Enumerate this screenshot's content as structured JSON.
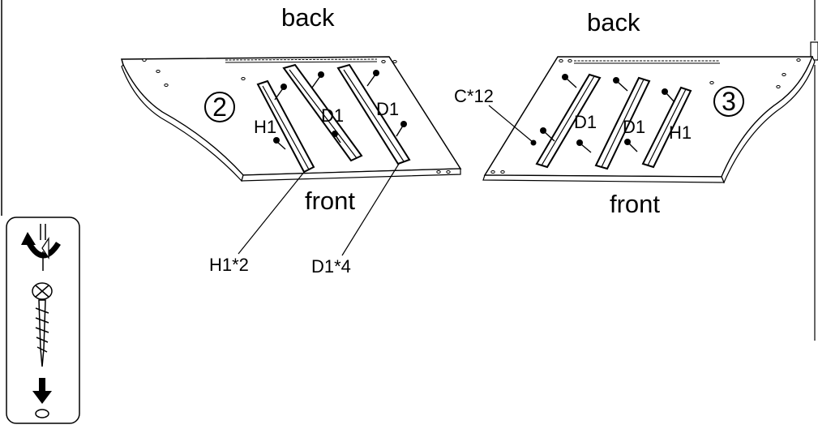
{
  "panels": [
    {
      "step": "2",
      "back_label": "back",
      "front_label": "front",
      "part_labels": [
        "H1",
        "D1",
        "D1"
      ],
      "callouts": [
        "H1*2",
        "D1*4"
      ]
    },
    {
      "step": "3",
      "back_label": "back",
      "front_label": "front",
      "part_labels": [
        "D1",
        "D1",
        "H1"
      ],
      "callouts": [
        "C*12"
      ]
    }
  ],
  "tool_legend": {
    "icons": [
      "rotate-clockwise-icon",
      "screw-icon",
      "down-arrow-icon",
      "hole-icon"
    ]
  },
  "colors": {
    "line": "#000000",
    "panel_fill": "#ffffff"
  }
}
